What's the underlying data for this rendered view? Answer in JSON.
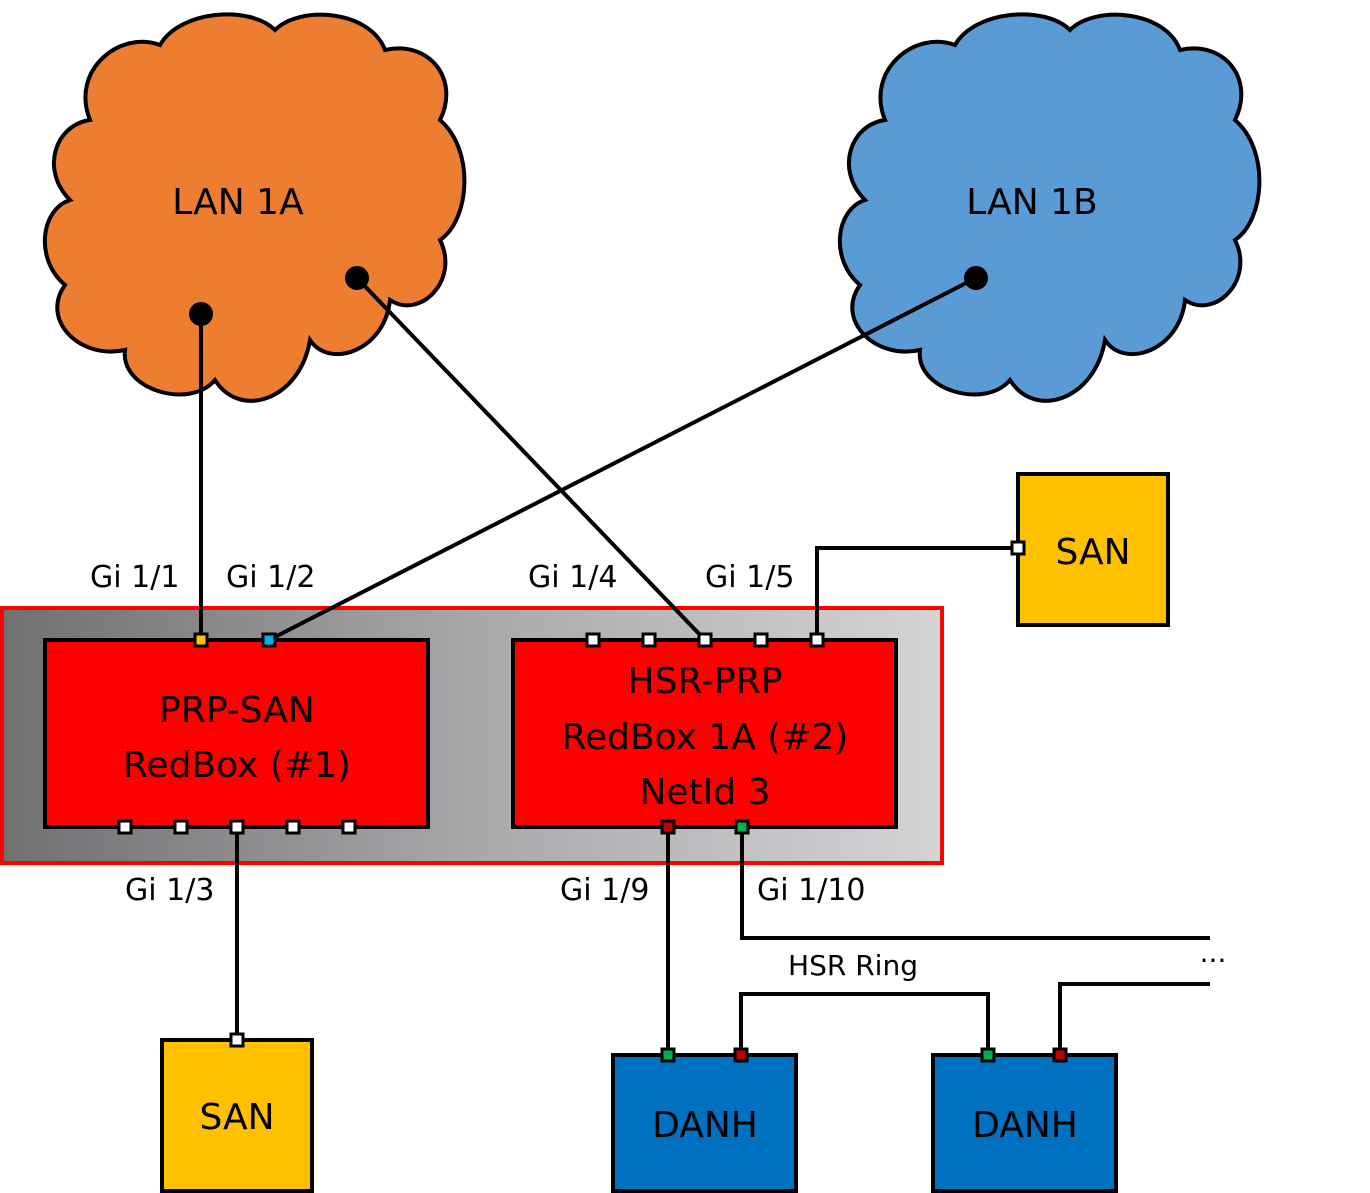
{
  "clouds": {
    "lan_a": {
      "label": "LAN 1A",
      "color": "#ED7D31"
    },
    "lan_b": {
      "label": "LAN 1B",
      "color": "#5B9BD5"
    }
  },
  "enclosure": {
    "border_color": "#FF0000"
  },
  "redbox1": {
    "line1": "PRP-SAN",
    "line2": "RedBox (#1)",
    "color": "#FF0000"
  },
  "redbox2": {
    "line1": "HSR-PRP",
    "line2": "RedBox 1A (#2)",
    "line3": "NetId 3",
    "color": "#FF0000"
  },
  "ports": {
    "gi11": "Gi 1/1",
    "gi12": "Gi 1/2",
    "gi13": "Gi 1/3",
    "gi14": "Gi 1/4",
    "gi15": "Gi 1/5",
    "gi19": "Gi 1/9",
    "gi110": "Gi 1/10"
  },
  "port_colors": {
    "lan_a": "#FFC000",
    "lan_b": "#00B0F0",
    "hsr_a": "#C00000",
    "hsr_b": "#00B050",
    "default": "#FFFFFF"
  },
  "san_top": {
    "label": "SAN",
    "color": "#FFC000"
  },
  "san_bottom": {
    "label": "SAN",
    "color": "#FFC000"
  },
  "danh1": {
    "label": "DANH",
    "color": "#0070C0"
  },
  "danh2": {
    "label": "DANH",
    "color": "#0070C0"
  },
  "hsr_ring": {
    "label": "HSR Ring",
    "ellipsis": "..."
  }
}
